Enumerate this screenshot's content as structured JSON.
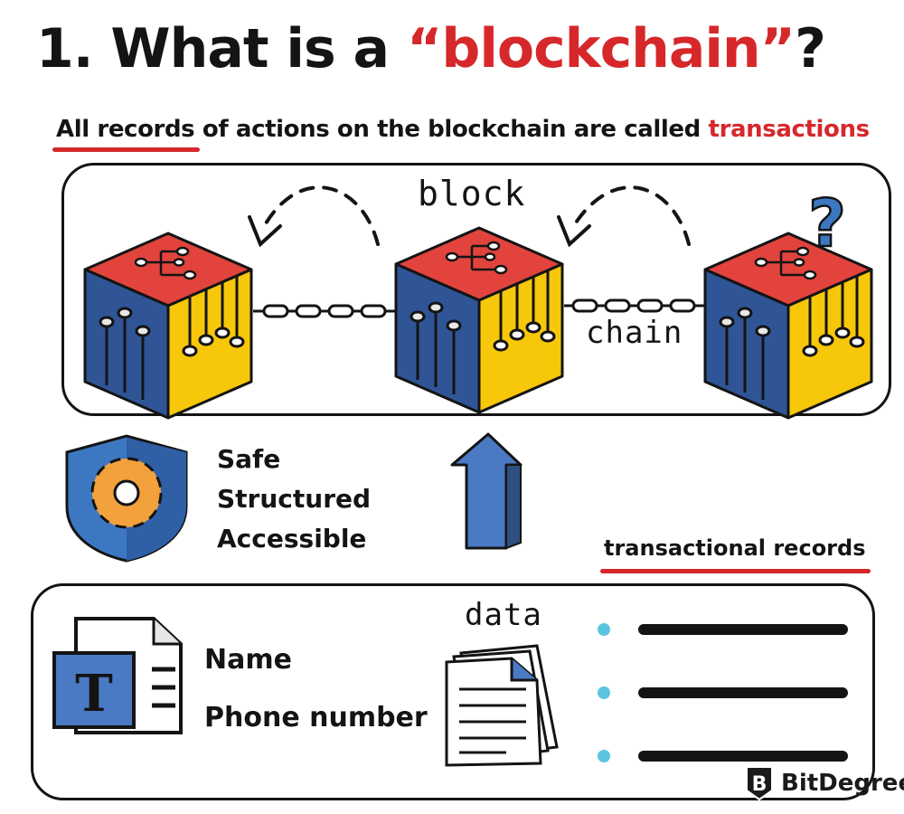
{
  "title": {
    "prefix": "1. What is a ",
    "highlight": "“blockchain”",
    "suffix": "?"
  },
  "subtitle": {
    "underlined": "All records",
    "middle": " of actions on the blockchain are called ",
    "highlight": "transactions"
  },
  "diagram": {
    "block_label": "block",
    "chain_label": "chain",
    "unknown_block_mark": "?"
  },
  "properties": [
    "Safe",
    "Structured",
    "Accessible"
  ],
  "records_label": "transactional records",
  "data_label": "data",
  "document_icon_letter": "T",
  "fields": {
    "name": "Name",
    "phone": "Phone number"
  },
  "record_lines_count": 3,
  "brand": {
    "logo_letter": "B",
    "name": "BitDegree"
  },
  "colors": {
    "accent_red": "#d6282b",
    "cube_red": "#e2433d",
    "cube_blue": "#2f5597",
    "cube_yellow": "#f7c70a",
    "shield_blue": "#3c78c2",
    "gear_orange": "#f2a13c",
    "arrow_blue": "#4a7ac4",
    "bullet_cyan": "#5cc4e0"
  }
}
